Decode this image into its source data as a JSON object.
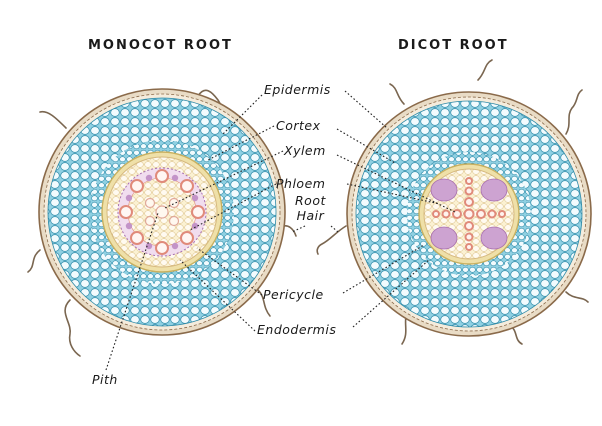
{
  "titles": {
    "left": "MONOCOT ROOT",
    "right": "DICOT ROOT"
  },
  "labels": {
    "epidermis": "Epidermis",
    "cortex": "Cortex",
    "xylem": "Xylem",
    "phloem": "Phloem",
    "root_hair_line1": "Root",
    "root_hair_line2": "Hair",
    "pericycle": "Pericycle",
    "endodermis": "Endodermis",
    "pith": "Pith"
  },
  "colors": {
    "epidermis_border": "#8a6a4a",
    "cortex_fill": "#7fc3d8",
    "cortex_cell_stroke": "#2e8aa8",
    "endodermis_ring": "#d8c77a",
    "stele_fill": "#fbf1d2",
    "xylem": "#e08a7a",
    "phloem": "#a86fb0",
    "pith": "#f3eecf",
    "root_hair": "#7a6650",
    "leader_line": "#222222"
  }
}
